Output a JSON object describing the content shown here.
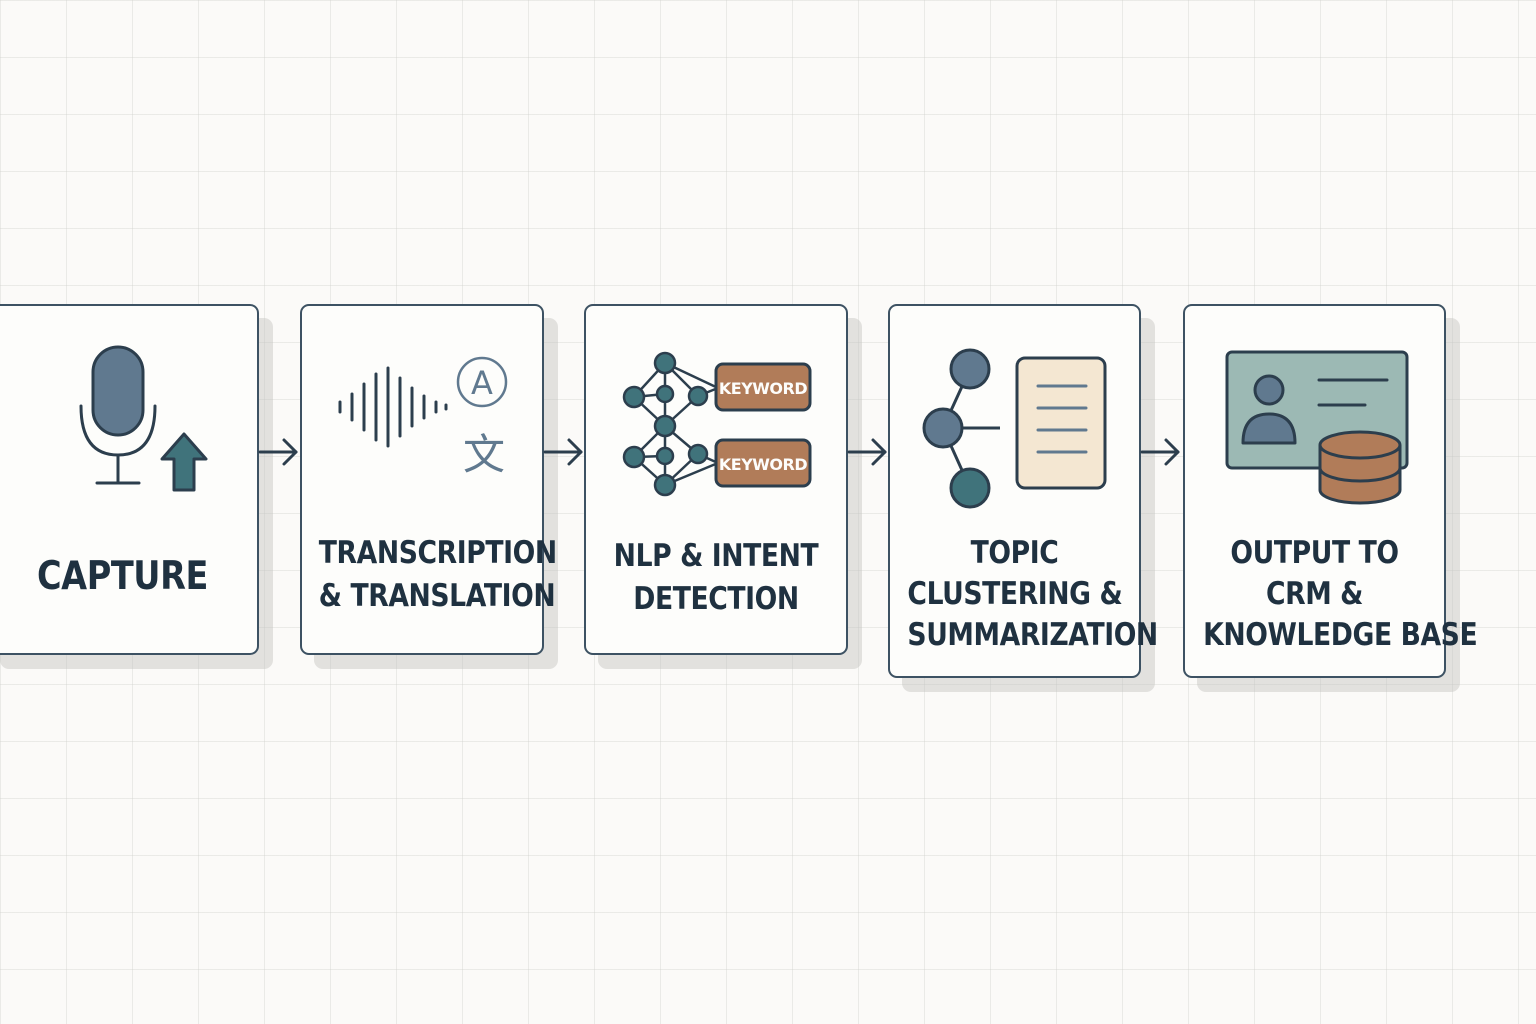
{
  "steps": [
    {
      "id": "capture",
      "title_lines": [
        "CAPTURE"
      ],
      "icons": [
        "microphone-icon",
        "upload-arrow-icon"
      ]
    },
    {
      "id": "transcription",
      "title_lines": [
        "TRANSCRIPTION",
        "& TRANSLATION"
      ],
      "icons": [
        "sound-wave-icon",
        "translate-icon"
      ],
      "glyphs": {
        "latin": "A",
        "cjk": "文"
      }
    },
    {
      "id": "nlp",
      "title_lines": [
        "NLP & INTENT",
        "DETECTION"
      ],
      "icons": [
        "neural-network-icon",
        "keyword-tag-icon"
      ],
      "tags": [
        "KEYWORD",
        "KEYWORD"
      ]
    },
    {
      "id": "topic",
      "title_lines": [
        "TOPIC",
        "CLUSTERING &",
        "SUMMARIZATION"
      ],
      "icons": [
        "cluster-tree-icon",
        "document-icon"
      ]
    },
    {
      "id": "output",
      "title_lines": [
        "OUTPUT TO",
        "CRM &",
        "KNOWLEDGE BASE"
      ],
      "icons": [
        "contact-card-icon",
        "database-icon"
      ]
    }
  ],
  "colors": {
    "outline": "#3d5263",
    "text": "#1f3140",
    "slate_blue": "#60798f",
    "teal": "#40737b",
    "keyword_brown": "#b17c59",
    "doc_cream": "#f4e7d2",
    "card_green": "#9cb9b4",
    "background": "#fbfaf8"
  }
}
